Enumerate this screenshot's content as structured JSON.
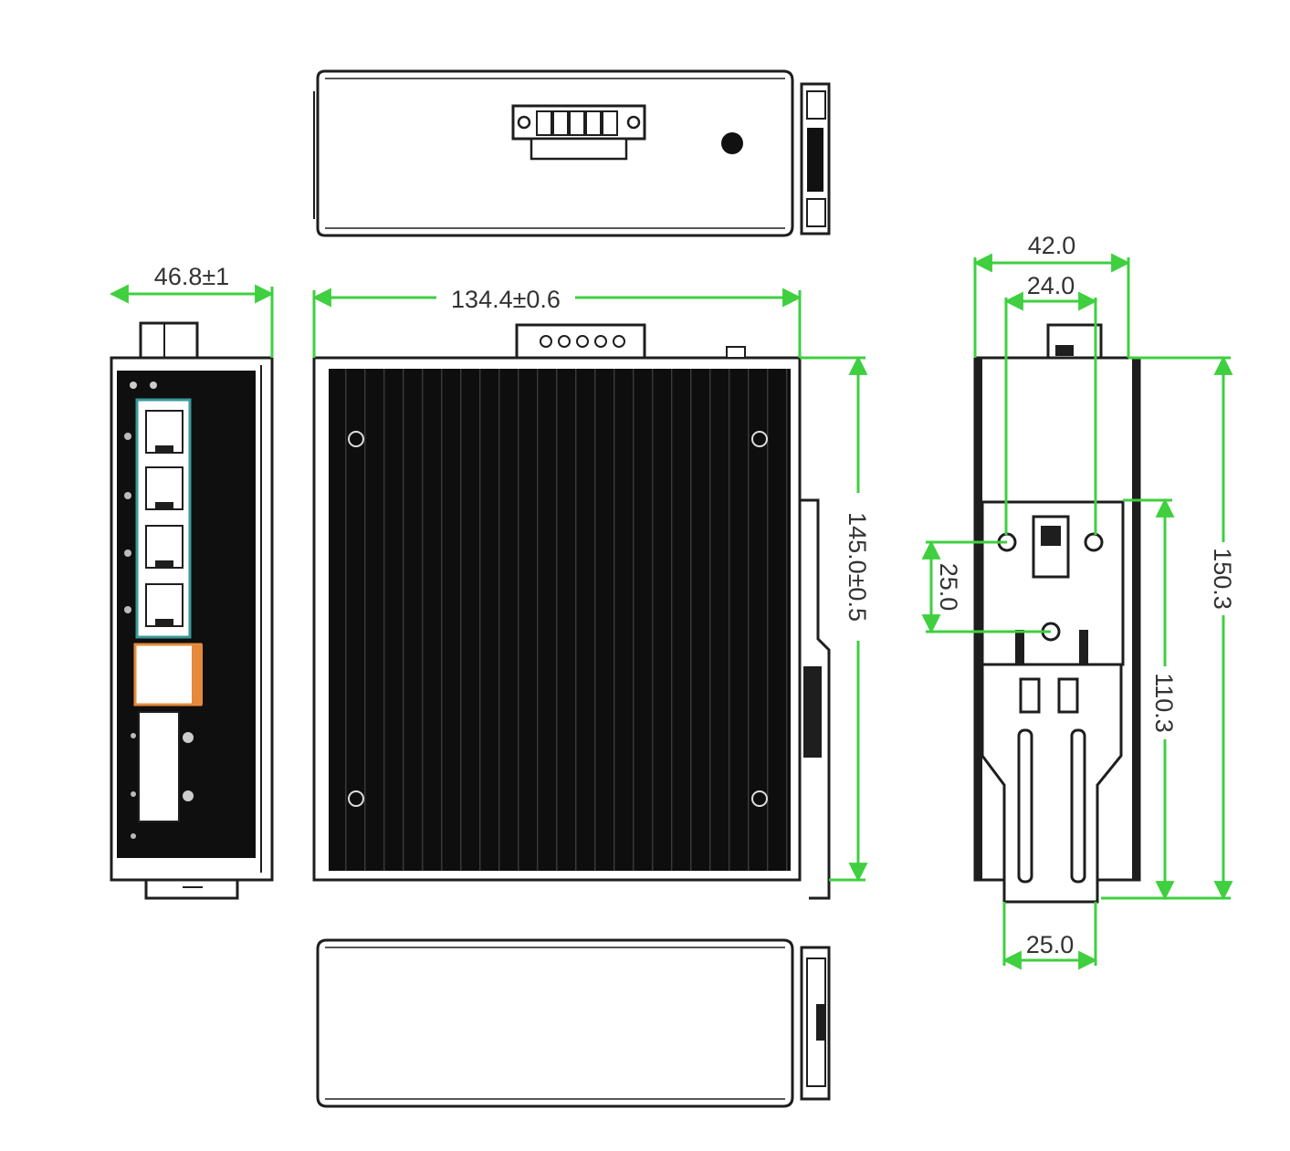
{
  "colors": {
    "outline": "#1e1e1e",
    "body": "#0f0f0f",
    "dimension": "#3fcf3f",
    "sfp_accent": "#e58a3a",
    "port_accent": "#3a9a9a",
    "text": "#333333"
  },
  "dimensions": {
    "side_width": "46.8±1",
    "front_width": "134.4±0.6",
    "front_height": "145.0±0.5",
    "rear_width": "42.0",
    "rail_spacing": "24.0",
    "hole_spacing": "25.0",
    "total_height": "150.3",
    "clip_height": "110.3",
    "clip_width": "25.0"
  },
  "views": {
    "top": "top-view",
    "side": "port-panel-view",
    "front": "front-view",
    "rear": "din-rail-view",
    "bottom": "bottom-view"
  },
  "icons": {
    "rj45": "rj45-port-icon",
    "sfp": "sfp-slot-icon",
    "led": "led-icon",
    "screw": "screw-icon",
    "terminal": "terminal-block-icon"
  }
}
